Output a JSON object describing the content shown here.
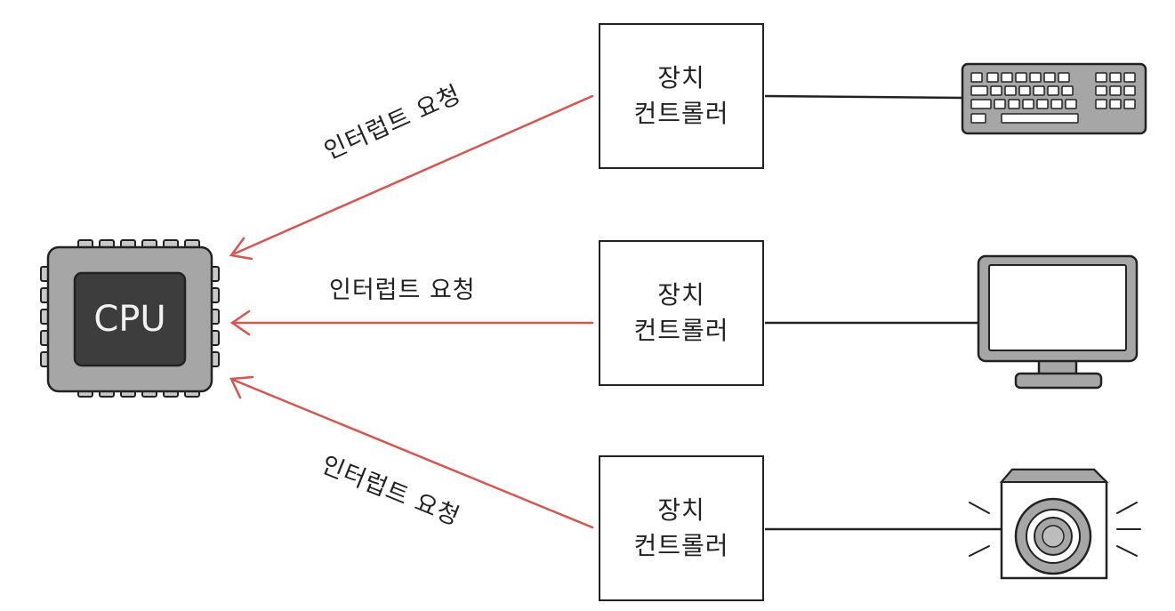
{
  "cpu": {
    "label": "CPU"
  },
  "controllers": [
    {
      "line1": "장치",
      "line2": "컨트롤러"
    },
    {
      "line1": "장치",
      "line2": "컨트롤러"
    },
    {
      "line1": "장치",
      "line2": "컨트롤러"
    }
  ],
  "requests": [
    {
      "label": "인터럽트 요청"
    },
    {
      "label": "인터럽트 요청"
    },
    {
      "label": "인터럽트 요청"
    }
  ],
  "devices": [
    {
      "icon": "keyboard-icon"
    },
    {
      "icon": "monitor-icon"
    },
    {
      "icon": "speaker-icon"
    }
  ],
  "colors": {
    "arrow": "#d9534f",
    "line": "#222222",
    "cpu_body": "#a6a6a6",
    "cpu_core": "#3d3d3d"
  }
}
